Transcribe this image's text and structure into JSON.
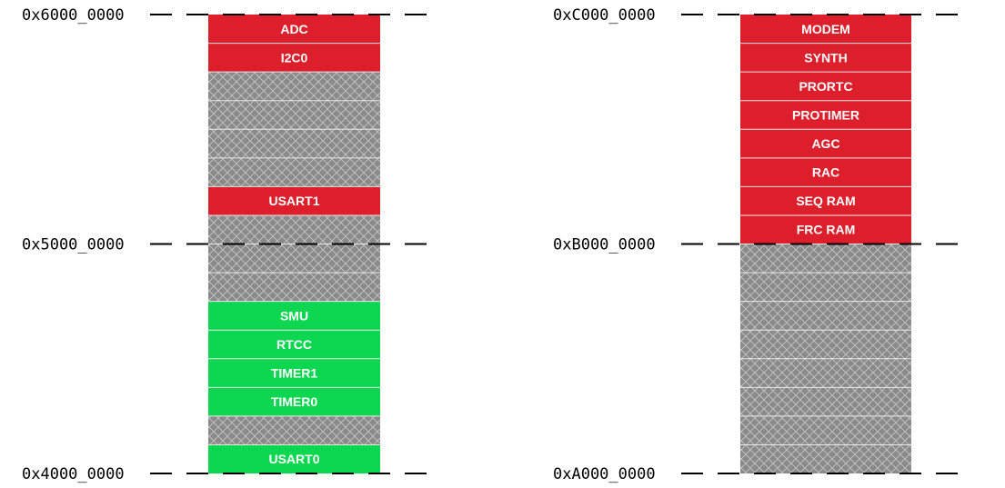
{
  "colors": {
    "peripheral_high": "#dc1f2a",
    "peripheral_low": "#0dd751",
    "reserved": "#8a8a8a",
    "hatch": "#c8c8c8",
    "divider": "#e8e8e8",
    "dash": "#000000"
  },
  "maps": [
    {
      "name": "",
      "addresses": [
        {
          "label": "0x6000_0000",
          "slot": 0
        },
        {
          "label": "0x5000_0000",
          "slot": 8
        },
        {
          "label": "0x4000_0000",
          "slot": 16
        }
      ],
      "blocks": [
        {
          "label": "ADC",
          "kind": "red"
        },
        {
          "label": "I2C0",
          "kind": "red"
        },
        {
          "label": "",
          "kind": "reserved"
        },
        {
          "label": "",
          "kind": "reserved"
        },
        {
          "label": "",
          "kind": "reserved"
        },
        {
          "label": "",
          "kind": "reserved"
        },
        {
          "label": "USART1",
          "kind": "red"
        },
        {
          "label": "",
          "kind": "reserved"
        },
        {
          "label": "",
          "kind": "reserved"
        },
        {
          "label": "",
          "kind": "reserved"
        },
        {
          "label": "SMU",
          "kind": "green"
        },
        {
          "label": "RTCC",
          "kind": "green"
        },
        {
          "label": "TIMER1",
          "kind": "green"
        },
        {
          "label": "TIMER0",
          "kind": "green"
        },
        {
          "label": "",
          "kind": "reserved"
        },
        {
          "label": "USART0",
          "kind": "green"
        }
      ]
    },
    {
      "name": "",
      "addresses": [
        {
          "label": "0xC000_0000",
          "slot": 0
        },
        {
          "label": "0xB000_0000",
          "slot": 8
        },
        {
          "label": "0xA000_0000",
          "slot": 16
        }
      ],
      "blocks": [
        {
          "label": "MODEM",
          "kind": "red"
        },
        {
          "label": "SYNTH",
          "kind": "red"
        },
        {
          "label": "PRORTC",
          "kind": "red"
        },
        {
          "label": "PROTIMER",
          "kind": "red"
        },
        {
          "label": "AGC",
          "kind": "red"
        },
        {
          "label": "RAC",
          "kind": "red"
        },
        {
          "label": "SEQ RAM",
          "kind": "red"
        },
        {
          "label": "FRC RAM",
          "kind": "red"
        },
        {
          "label": "",
          "kind": "reserved"
        },
        {
          "label": "",
          "kind": "reserved"
        },
        {
          "label": "",
          "kind": "reserved"
        },
        {
          "label": "",
          "kind": "reserved"
        },
        {
          "label": "",
          "kind": "reserved"
        },
        {
          "label": "",
          "kind": "reserved"
        },
        {
          "label": "",
          "kind": "reserved"
        },
        {
          "label": "",
          "kind": "reserved"
        }
      ]
    }
  ]
}
